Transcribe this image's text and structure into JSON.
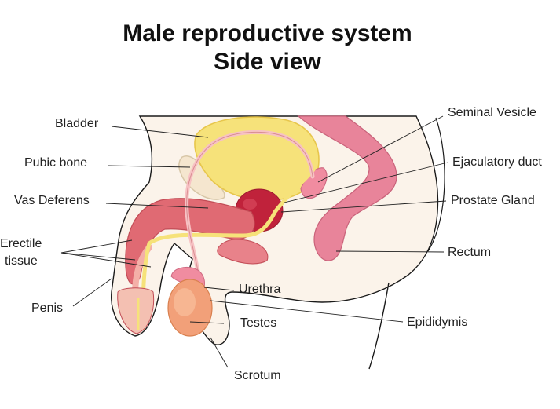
{
  "title": "Male reproductive system",
  "subtitle": "Side view",
  "labels": {
    "bladder": "Bladder",
    "pubic_bone": "Pubic bone",
    "vas_deferens": "Vas Deferens",
    "erectile_tissue_line1": "Erectile",
    "erectile_tissue_line2": "tissue",
    "penis": "Penis",
    "urethra": "Urethra",
    "testes": "Testes",
    "scrotum": "Scrotum",
    "seminal_vesicle": "Seminal Vesicle",
    "ejaculatory_duct": "Ejaculatory duct",
    "prostate_gland": "Prostate Gland",
    "rectum": "Rectum",
    "epididymis": "Epididymis"
  },
  "colors": {
    "bladder": "#f6e27a",
    "prostate": "#c0223b",
    "rectum": "#e8849a",
    "erectile": "#e06a73",
    "testis": "#f2a079",
    "skin": "#fbf3ea",
    "vas": "#f7c2c4"
  }
}
